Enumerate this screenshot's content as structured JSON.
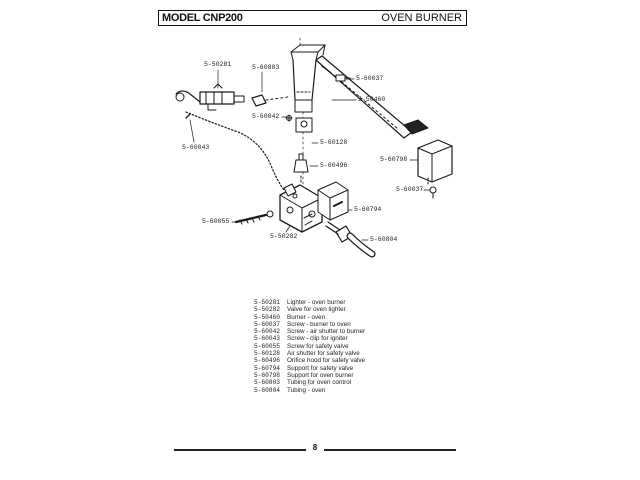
{
  "header": {
    "model": "MODEL CNP200",
    "section": "OVEN BURNER"
  },
  "callouts": [
    {
      "id": "c1",
      "label": "5-50281"
    },
    {
      "id": "c2",
      "label": "5-60803"
    },
    {
      "id": "c3",
      "label": "5-60037"
    },
    {
      "id": "c4",
      "label": "5-50460"
    },
    {
      "id": "c5",
      "label": "5-60042"
    },
    {
      "id": "c6",
      "label": "5-60128"
    },
    {
      "id": "c7",
      "label": "5-60043"
    },
    {
      "id": "c8",
      "label": "5-60496"
    },
    {
      "id": "c9",
      "label": "5-60798"
    },
    {
      "id": "c10",
      "label": "5-60037"
    },
    {
      "id": "c11",
      "label": "5-60794"
    },
    {
      "id": "c12",
      "label": "5-60055"
    },
    {
      "id": "c13",
      "label": "5-50282"
    },
    {
      "id": "c14",
      "label": "5-60804"
    }
  ],
  "parts_list": [
    {
      "part": "5-50281",
      "description": "Lighter - oven burner"
    },
    {
      "part": "5-50282",
      "description": "Valve for oven lighter"
    },
    {
      "part": "5-50460",
      "description": "Burner - oven"
    },
    {
      "part": "5-60037",
      "description": "Screw - burner to oven"
    },
    {
      "part": "5-60042",
      "description": "Screw - air shutter to burner"
    },
    {
      "part": "5-60043",
      "description": "Screw - clip for igniter"
    },
    {
      "part": "5-60055",
      "description": "Screw for safety valve"
    },
    {
      "part": "5-60128",
      "description": "Air shutter for safety valve"
    },
    {
      "part": "5-60496",
      "description": "Orifice hood for safety valve"
    },
    {
      "part": "5-60794",
      "description": "Support for safety valve"
    },
    {
      "part": "5-60798",
      "description": "Support for oven burner"
    },
    {
      "part": "5-60803",
      "description": "Tubing for oven control"
    },
    {
      "part": "5-60804",
      "description": "Tubing - oven"
    }
  ],
  "footer": {
    "page_number": "8"
  }
}
